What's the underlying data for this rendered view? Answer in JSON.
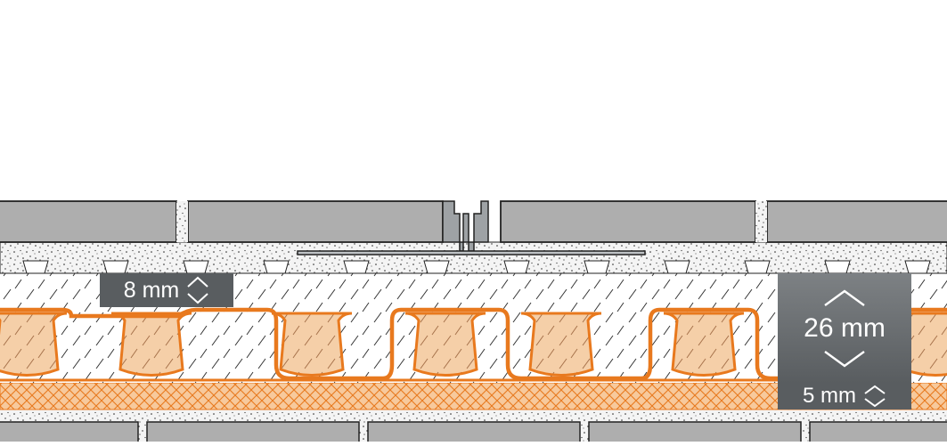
{
  "dimensions": {
    "top_layer_label": "8 mm",
    "main_layer_label": "26 mm",
    "fleece_layer_label": "5 mm"
  },
  "icons": {
    "small_adjust": "chevron-up-down-icon",
    "large_up": "chevron-up-icon",
    "large_down": "chevron-down-icon"
  },
  "colors": {
    "membrane_orange": "#e8791e",
    "fill_peach": "#f5cfa8",
    "tile_gray": "#aeaeae",
    "badge_dark": "#595d60",
    "badge_light": "#7d8184"
  }
}
